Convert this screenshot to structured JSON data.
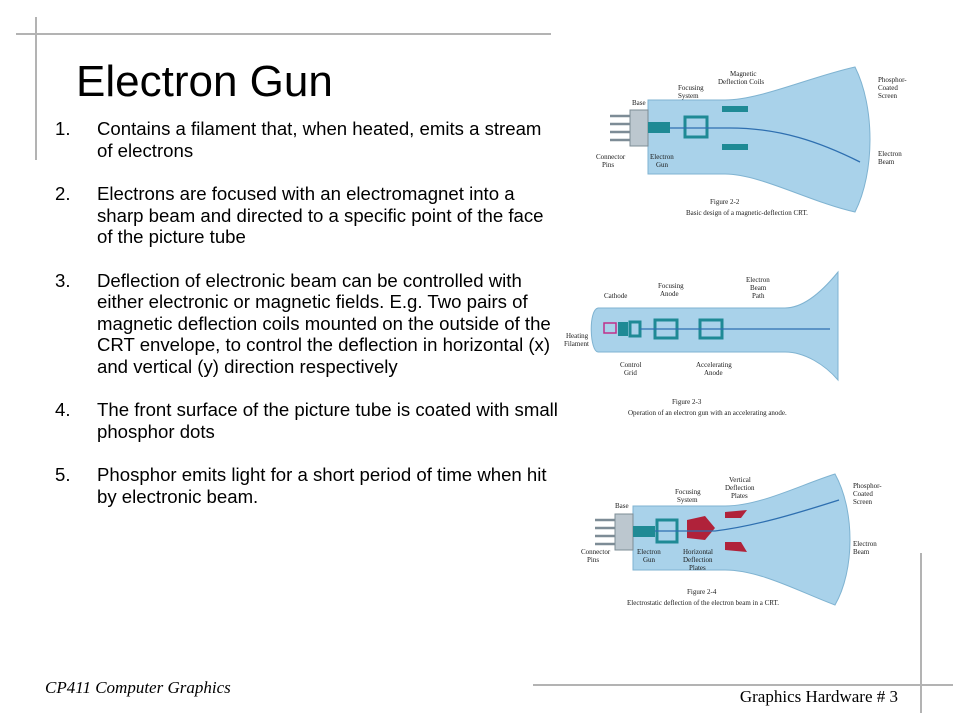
{
  "slide": {
    "title": "Electron Gun",
    "points": [
      {
        "num": "1.",
        "text": "Contains a filament that, when heated, emits a stream of electrons"
      },
      {
        "num": "2.",
        "text": "Electrons are focused with an electromagnet into a sharp beam and directed to a specific point of the face of the picture tube"
      },
      {
        "num": "3.",
        "text": "Deflection of electronic beam can be controlled with either electronic or magnetic fields. E.g. Two pairs of magnetic deflection coils mounted on the outside of the CRT envelope, to control the deflection in horizontal (x) and vertical (y) direction respectively"
      },
      {
        "num": "4.",
        "text": "The front surface of the picture tube is coated with small phosphor dots"
      },
      {
        "num": "5.",
        "text": "Phosphor emits light  for a short period of time when hit by electronic beam."
      }
    ]
  },
  "footer": {
    "course": "CP411 Computer Graphics",
    "page": "Graphics Hardware   # 3"
  },
  "figures": {
    "fig1": {
      "labels": {
        "base": "Base",
        "focusing1": "Focusing",
        "focusing2": "System",
        "magnetic1": "Magnetic",
        "magnetic2": "Deflection Coils",
        "phosphor1": "Phosphor-",
        "phosphor2": "Coated",
        "phosphor3": "Screen",
        "connector1": "Connector",
        "connector2": "Pins",
        "gun1": "Electron",
        "gun2": "Gun",
        "beam1": "Electron",
        "beam2": "Beam"
      },
      "caption1": "Figure 2-2",
      "caption2": "Basic design of a magnetic-deflection CRT."
    },
    "fig2": {
      "labels": {
        "cathode": "Cathode",
        "focusing1": "Focusing",
        "focusing2": "Anode",
        "beam1": "Electron",
        "beam2": "Beam",
        "beam3": "Path",
        "heating1": "Heating",
        "heating2": "Filament",
        "control1": "Control",
        "control2": "Grid",
        "accel1": "Accelerating",
        "accel2": "Anode"
      },
      "caption1": "Figure 2-3",
      "caption2": "Operation of an electron gun with an accelerating anode."
    },
    "fig3": {
      "labels": {
        "base": "Base",
        "focusing1": "Focusing",
        "focusing2": "System",
        "vertical1": "Vertical",
        "vertical2": "Deflection",
        "vertical3": "Plates",
        "phosphor1": "Phosphor-",
        "phosphor2": "Coated",
        "phosphor3": "Screen",
        "connector1": "Connector",
        "connector2": "Pins",
        "gun1": "Electron",
        "gun2": "Gun",
        "horizontal1": "Horizontal",
        "horizontal2": "Deflection",
        "horizontal3": "Plates",
        "beam1": "Electron",
        "beam2": "Beam"
      },
      "caption1": "Figure 2-4",
      "caption2": "Electrostatic deflection of the electron beam in a CRT."
    }
  }
}
